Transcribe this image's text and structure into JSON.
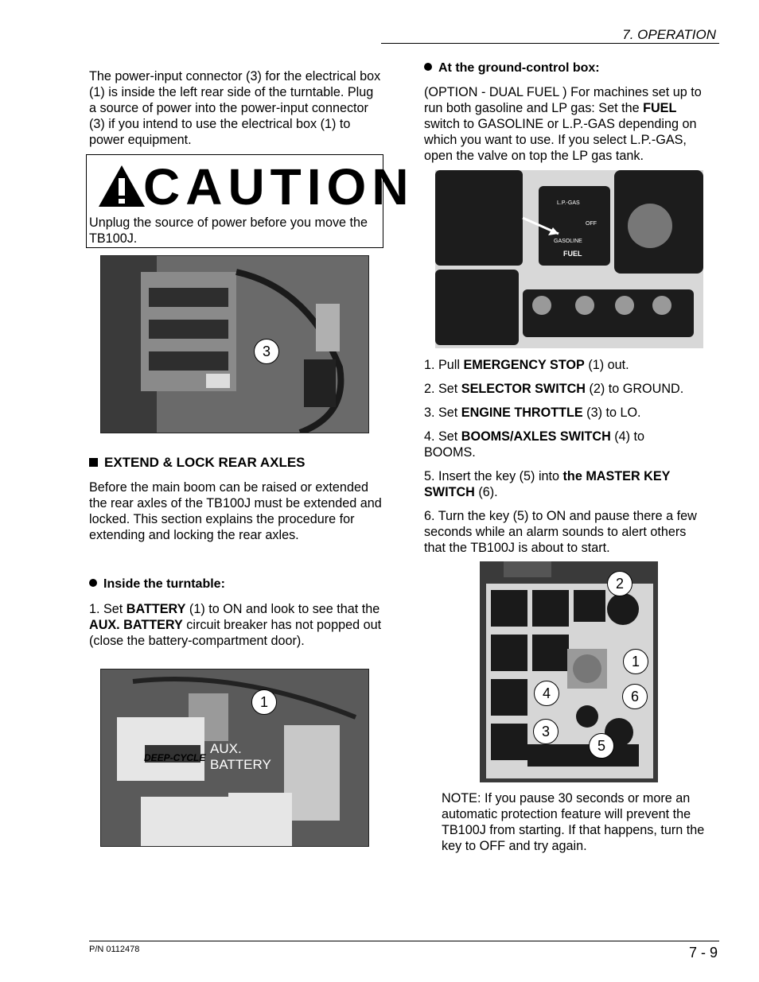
{
  "header": {
    "title": "7. OPERATION"
  },
  "left": {
    "intro": "The power-input connector (3) for the electrical box (1) is inside the left rear side of the turntable. Plug a source of power into the power-input connector (3) if you intend to use the electrical box (1) to power equipment.",
    "caution": {
      "word": "CAUTION",
      "text": "Unplug the source of power before you move the TB100J."
    },
    "photo1_callout": "3",
    "section_heading": "EXTEND & LOCK REAR AXLES",
    "section_text": "Before the main boom can be raised or extended the rear axles of the TB100J must be extended and locked. This section explains the procedure for extending and locking the rear axles.",
    "inside_heading": "Inside the turntable:",
    "step1": {
      "pre": "1. Set ",
      "b1": "BATTERY",
      "mid": " (1) to ON and look to see that the ",
      "b2": "AUX. BATTERY",
      "post": " circuit breaker has not popped out (close the battery-compartment door)."
    },
    "photo2": {
      "callout": "1",
      "label_line1": "AUX.",
      "label_line2": "BATTERY",
      "brand": "DEEP-CYCLE"
    }
  },
  "right": {
    "ground_heading": "At the ground-control box:",
    "option": {
      "pre": "(OPTION - DUAL FUEL ) For machines set up to run both gasoline and LP gas: Set the ",
      "b": "FUEL",
      "post": " switch to GASOLINE or L.P.-GAS depending on which you want to use. If you select L.P.-GAS, open the valve on top the LP gas tank."
    },
    "panel_labels": {
      "lpgas": "L.P.-GAS",
      "off": "OFF",
      "gasoline": "GASOLINE",
      "fuel": "FUEL"
    },
    "steps": [
      {
        "pre": "1. Pull ",
        "b": "EMERGENCY STOP",
        "post": " (1) out."
      },
      {
        "pre": "2. Set ",
        "b": "SELECTOR SWITCH",
        "post": " (2) to GROUND."
      },
      {
        "pre": "3. Set ",
        "b": "ENGINE THROTTLE",
        "post": " (3) to LO."
      },
      {
        "pre": "4. Set ",
        "b": "BOOMS/AXLES SWITCH",
        "post": " (4) to BOOMS."
      },
      {
        "pre": "5. Insert the key (5) into ",
        "b": "the MASTER KEY SWITCH",
        "post": " (6)."
      },
      {
        "pre": "6. Turn the key (5) to ON and pause there a few seconds while an alarm sounds to alert others that the TB100J is about to start.",
        "b": "",
        "post": ""
      }
    ],
    "photo4_callouts": [
      "2",
      "1",
      "4",
      "6",
      "3",
      "5"
    ],
    "note": "NOTE: If you pause 30 seconds or more an automatic protection feature will prevent the TB100J from starting. If that happens, turn the key to OFF and try again."
  },
  "footer": {
    "pn": "P/N 0112478",
    "page": "7 - 9"
  }
}
